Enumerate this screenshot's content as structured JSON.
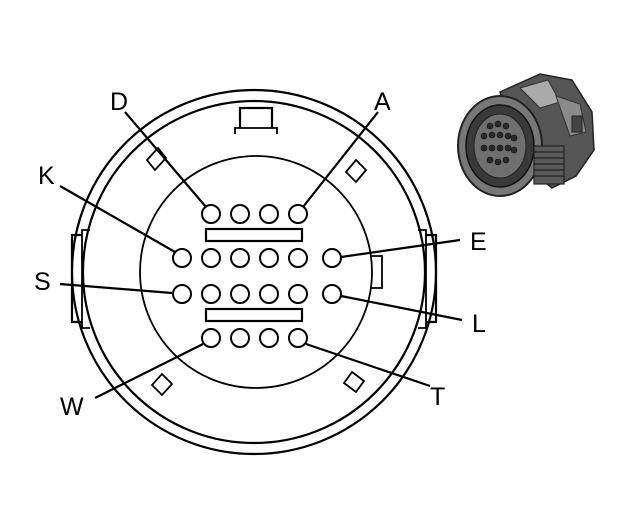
{
  "diagram": {
    "pin_labels": {
      "A": "A",
      "D": "D",
      "E": "E",
      "K": "K",
      "L": "L",
      "S": "S",
      "T": "T",
      "W": "W"
    },
    "pin_rows": [
      4,
      6,
      6,
      4
    ],
    "ink_color": "#000000",
    "background_color": "#ffffff",
    "icons": [
      "connector-face-drawing",
      "connector-photo-icon"
    ]
  }
}
